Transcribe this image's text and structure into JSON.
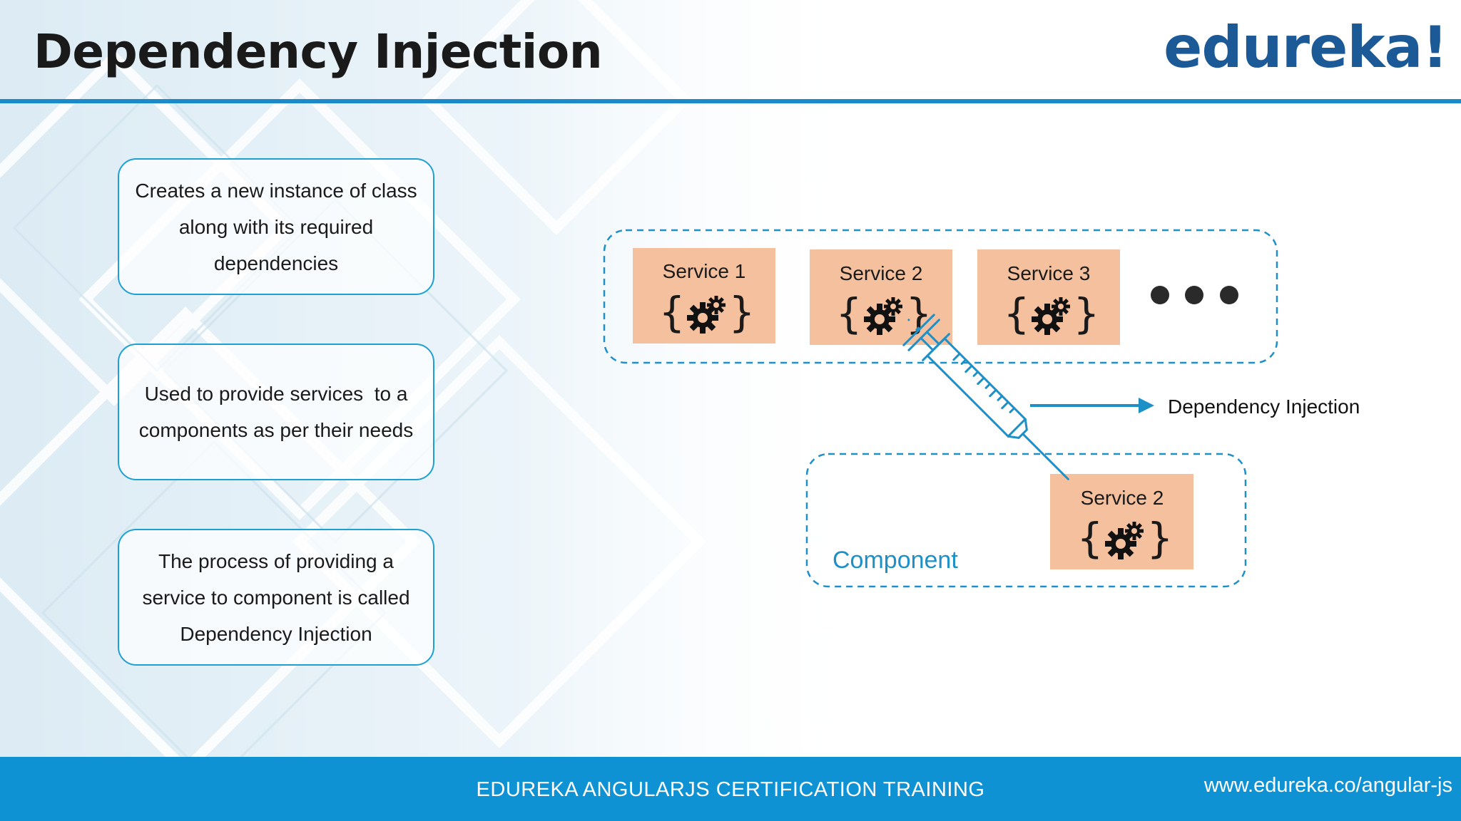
{
  "header": {
    "title": "Dependency Injection",
    "logo": "edureka!"
  },
  "info_boxes": [
    {
      "lines": [
        "Creates a new instance of class",
        "along with its required",
        "dependencies"
      ]
    },
    {
      "lines": [
        "Used to provide services  to a",
        "components as per their needs"
      ]
    },
    {
      "lines": [
        "The process of providing a",
        "service to component is called",
        "Dependency Injection"
      ]
    }
  ],
  "diagram": {
    "services": [
      {
        "label": "Service 1"
      },
      {
        "label": "Service 2"
      },
      {
        "label": "Service 3"
      }
    ],
    "component_service": {
      "label": "Service 2"
    },
    "component_label": "Component",
    "legend_label": "Dependency Injection",
    "colors": {
      "service_fill": "#f5c09e",
      "dashed_border": "#1e90c8",
      "accent": "#1e90c8",
      "dots": "#2a2a2a"
    },
    "icons": [
      "gear-icon",
      "syringe-icon",
      "arrow-right-icon"
    ]
  },
  "footer": {
    "course": "EDUREKA ANGULARJS CERTIFICATION TRAINING",
    "url": "www.edureka.co/angular-js"
  }
}
